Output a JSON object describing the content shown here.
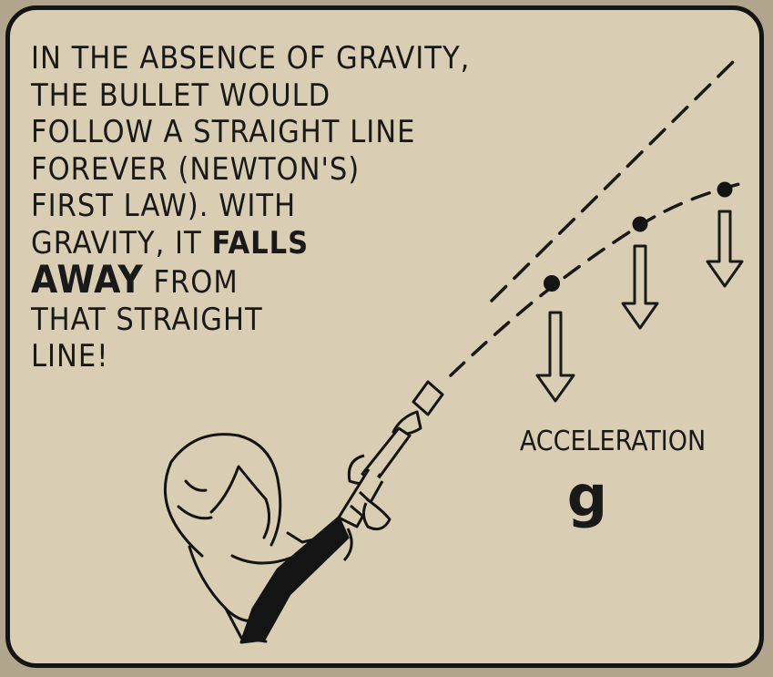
{
  "caption": {
    "line1": "IN THE ABSENCE OF GRAVITY,",
    "line2": "THE BULLET WOULD",
    "line3": "FOLLOW A STRAIGHT LINE",
    "line4": "FOREVER (NEWTON'S)",
    "line5": "FIRST LAW). WITH",
    "line6_start": "GRAVITY, IT ",
    "line6_bold": "FALLS",
    "line7_big": "AWAY",
    "line7_end": " FROM",
    "line8": "THAT STRAIGHT",
    "line9": "LINE!"
  },
  "acceleration": {
    "label": "ACCELERATION",
    "symbol": "g"
  },
  "colors": {
    "background": "#b1a58d",
    "panel": "#d9ceb4",
    "ink": "#191919"
  }
}
